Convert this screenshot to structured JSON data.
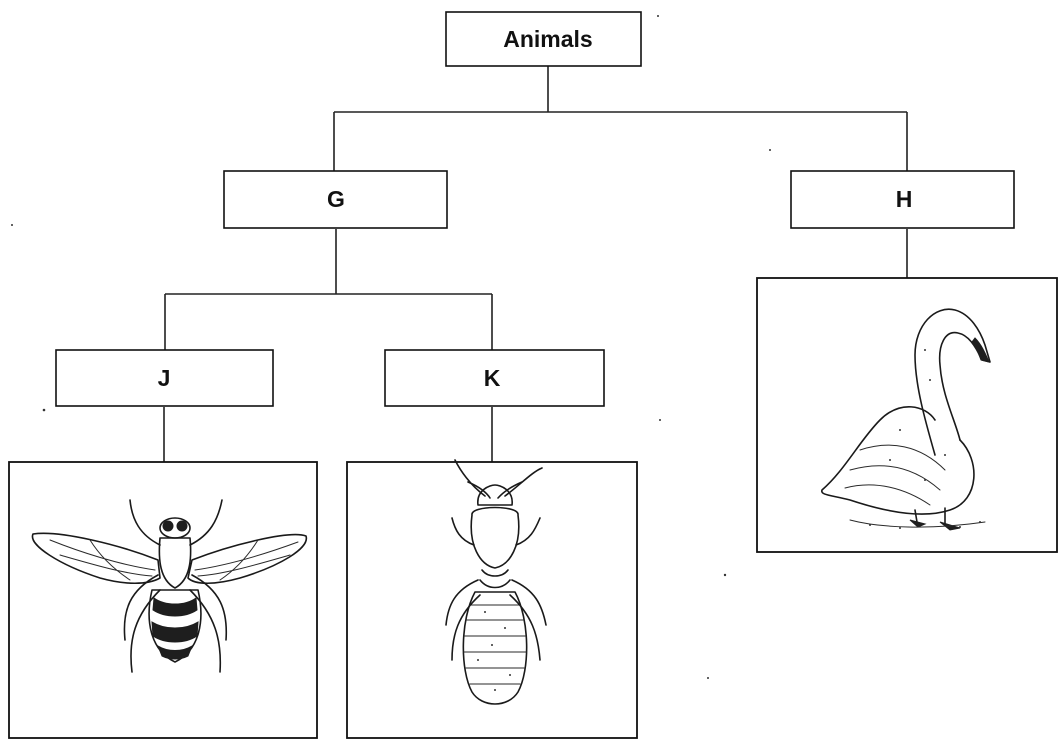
{
  "nodes": {
    "root": {
      "label": "Animals"
    },
    "g": {
      "label": "G"
    },
    "h": {
      "label": "H"
    },
    "j": {
      "label": "J"
    },
    "k": {
      "label": "K"
    }
  },
  "illustrations": {
    "j": {
      "icon": "fly-icon"
    },
    "k": {
      "icon": "termite-icon"
    },
    "h": {
      "icon": "swan-icon"
    }
  },
  "colors": {
    "ink": "#111111",
    "background": "#ffffff"
  }
}
